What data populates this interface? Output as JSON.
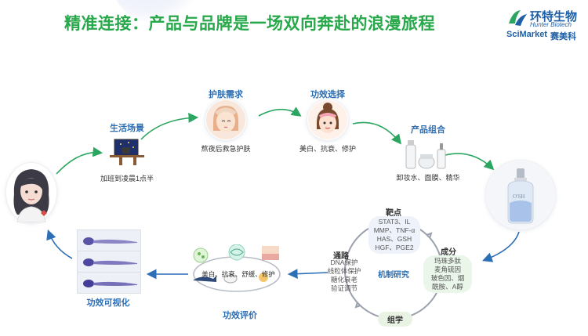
{
  "title": "精准连接：产品与品牌是一场双向奔赴的浪漫旅程",
  "logo": {
    "cn_name": "环特生物",
    "en_name": "Hunter Biotech",
    "sub_brand_en": "SciMarket",
    "sub_brand_cn": "赛美科"
  },
  "flow": {
    "life_scene": {
      "title": "生活场景",
      "caption": "加班到凌晨1点半"
    },
    "skin_need": {
      "title": "护肤需求",
      "caption": "熬夜后救急护肤"
    },
    "efficacy_choice": {
      "title": "功效选择",
      "caption": "美白、抗衰、修护"
    },
    "product_combo": {
      "title": "产品组合",
      "caption": "卸妆水、面膜、精华"
    },
    "product_label": "O'SH",
    "efficacy_eval": {
      "title": "功效评价",
      "caption": "美白、抗衰、舒缓、修护"
    },
    "visual": {
      "title": "功效可视化"
    }
  },
  "mechanism": {
    "center": "机制研究",
    "target": {
      "title": "靶点",
      "lines": [
        "STAT3、IL",
        "MMP、TNF-α",
        "HAS、GSH",
        "HGF、PGE2"
      ]
    },
    "ingredient": {
      "title": "成分",
      "lines": [
        "玛珠多肽",
        "麦角硫因",
        "玻色因、烟",
        "酰胺、A醇"
      ]
    },
    "pathway": {
      "title": "通路",
      "lines": [
        "DNA保护",
        "线粒体保护",
        "糖化衰老",
        "验证调节"
      ]
    },
    "omics": {
      "title": "组学"
    }
  },
  "colors": {
    "title_green": "#27a84a",
    "flow_arrow_green": "#2aa660",
    "return_arrow_blue": "#2c6fb5",
    "brand_blue": "#1f5fa6"
  }
}
